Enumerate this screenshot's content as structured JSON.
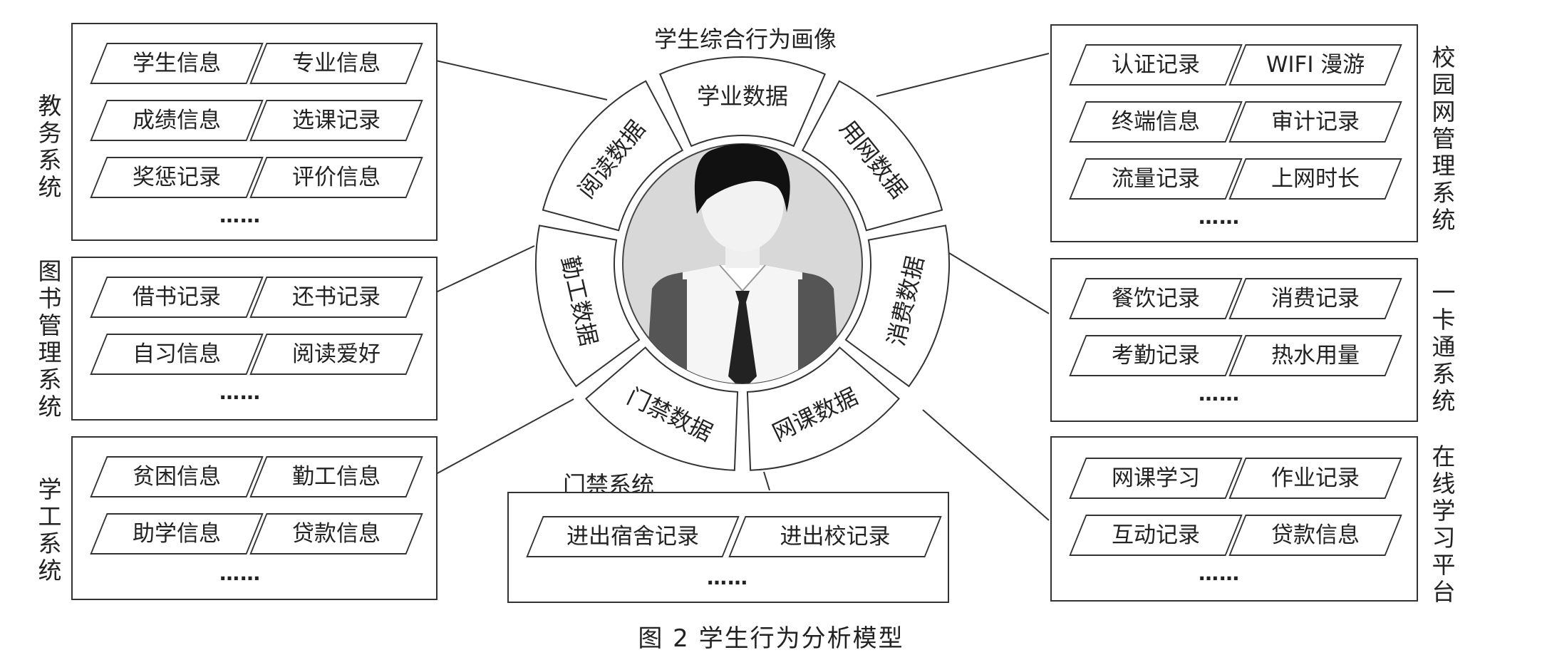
{
  "model_title": "学生综合行为画像",
  "caption": "图 2   学生行为分析模型",
  "ring_segments": [
    "学业数据",
    "用网数据",
    "消费数据",
    "网课数据",
    "门禁数据",
    "勤工数据",
    "阅读数据"
  ],
  "systems": {
    "jiaowu": {
      "label": "教务系统",
      "items": [
        "学生信息",
        "专业信息",
        "成绩信息",
        "选课记录",
        "奖惩记录",
        "评价信息"
      ],
      "more": "……"
    },
    "tushu": {
      "label": "图书管理系统",
      "items": [
        "借书记录",
        "还书记录",
        "自习信息",
        "阅读爱好"
      ],
      "more": "……"
    },
    "xuegong": {
      "label": "学工系统",
      "items": [
        "贫困信息",
        "勤工信息",
        "助学信息",
        "贷款信息"
      ],
      "more": "……"
    },
    "menjin": {
      "label": "门禁系统",
      "items": [
        "进出宿舍记录",
        "进出校记录"
      ],
      "more": "……"
    },
    "xiaoyuanwang": {
      "label": "校园网管理系统",
      "items": [
        "认证记录",
        "WIFI 漫游",
        "终端信息",
        "审计记录",
        "流量记录",
        "上网时长"
      ],
      "more": "……"
    },
    "yikatong": {
      "label": "一卡通系统",
      "items": [
        "餐饮记录",
        "消费记录",
        "考勤记录",
        "热水用量"
      ],
      "more": "……"
    },
    "zaixian": {
      "label": "在线学习平台",
      "items": [
        "网课学习",
        "作业记录",
        "互动记录",
        "贷款信息"
      ],
      "more": "……"
    }
  }
}
